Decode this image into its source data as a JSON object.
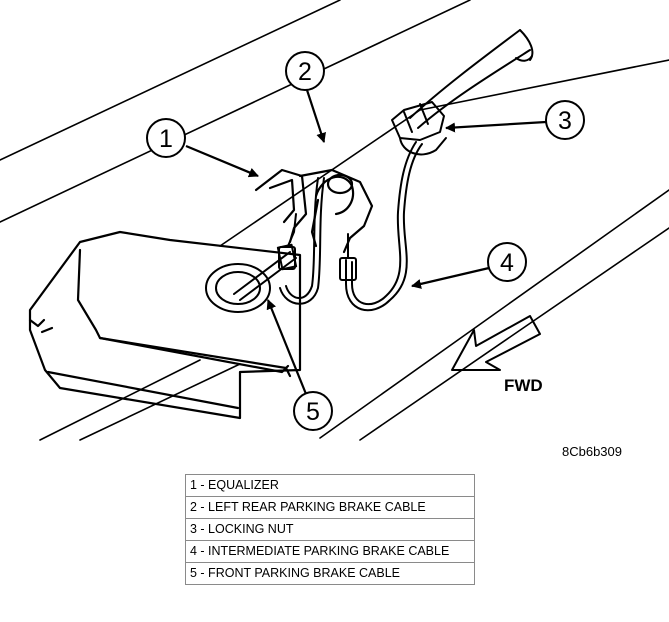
{
  "callouts": [
    "1",
    "2",
    "3",
    "4",
    "5"
  ],
  "direction_label": "FWD",
  "figure_code": "8Cb6b309",
  "legend": [
    "1 - EQUALIZER",
    "2 - LEFT REAR PARKING BRAKE CABLE",
    "3 - LOCKING NUT",
    "4 - INTERMEDIATE PARKING BRAKE CABLE",
    "5 - FRONT PARKING BRAKE CABLE"
  ]
}
